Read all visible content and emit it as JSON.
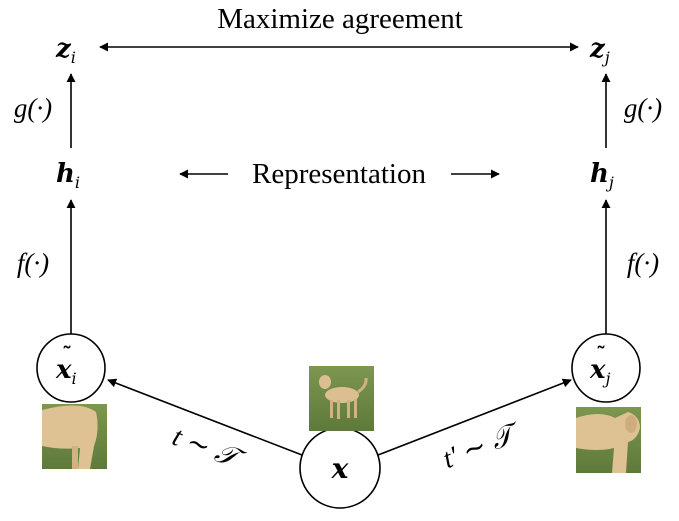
{
  "title": "Maximize agreement",
  "representation_label": "Representation",
  "nodes": {
    "x": {
      "base": "x"
    },
    "x_tilde_i": {
      "base": "x",
      "sub": "i"
    },
    "x_tilde_j": {
      "base": "x",
      "sub": "j"
    },
    "h_i": {
      "base": "h",
      "sub": "i"
    },
    "h_j": {
      "base": "h",
      "sub": "j"
    },
    "z_i": {
      "base": "z",
      "sub": "i"
    },
    "z_j": {
      "base": "z",
      "sub": "j"
    }
  },
  "edge_labels": {
    "f_left": "f(·)",
    "f_right": "f(·)",
    "g_left": "g(·)",
    "g_right": "g(·)",
    "t_left": "t ∼ 𝒯",
    "t_right": "t′ ∼ 𝒯"
  },
  "colors": {
    "stroke": "#000000",
    "grass": "#6f8a45",
    "dog": "#d8b98a"
  },
  "images": {
    "center": "dog-photo",
    "left": "dog-crop-left",
    "right": "dog-crop-right"
  }
}
